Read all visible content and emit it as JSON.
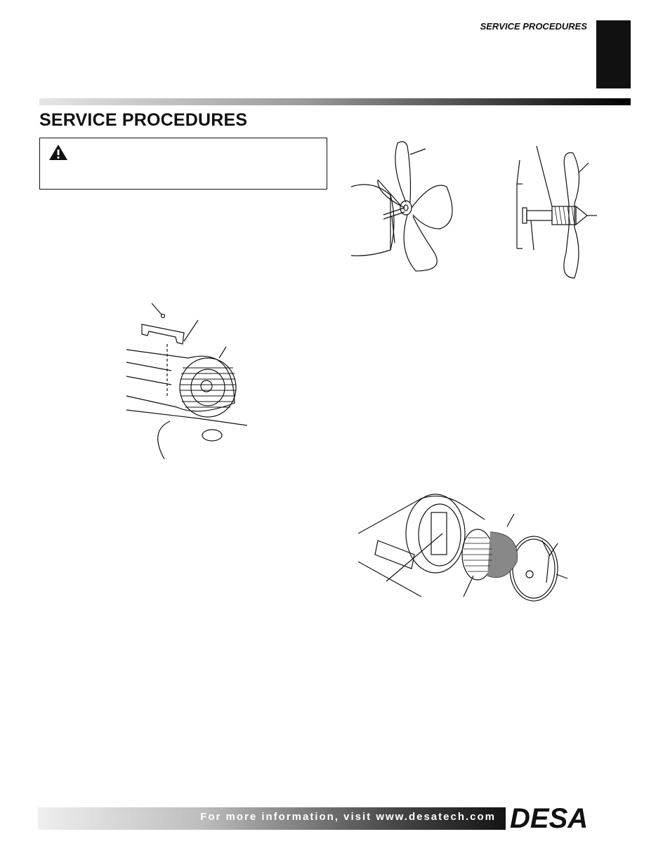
{
  "header": {
    "section_label": "SERVICE PROCEDURES"
  },
  "main": {
    "title": "SERVICE PROCEDURES"
  },
  "warning": {
    "icon": "warning-triangle-icon"
  },
  "footer": {
    "info_text": "For more information, visit www.desatech.com",
    "logo_text": "DESA"
  }
}
